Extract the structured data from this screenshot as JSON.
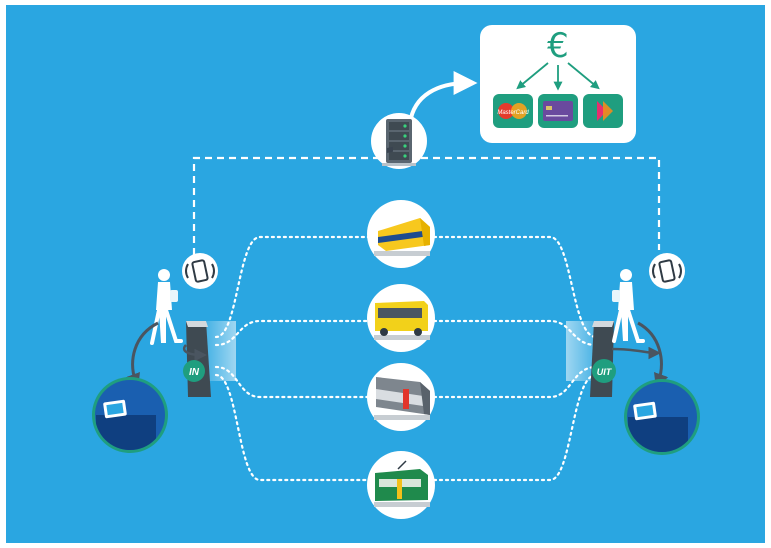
{
  "colors": {
    "background": "#2aa6e1",
    "accent_green": "#1f9e7f",
    "card_bg": "#ffffff",
    "dash_line": "#ffffff",
    "euro": "#1f9e7f"
  },
  "payment_box": {
    "currency_symbol": "€",
    "methods": [
      {
        "name": "mastercard-card",
        "label": "MasterCard"
      },
      {
        "name": "debit-card",
        "label": ""
      },
      {
        "name": "ideal-app",
        "label": ""
      }
    ]
  },
  "backend": {
    "icon": "server-rack-icon"
  },
  "gates": {
    "entry": {
      "label": "IN"
    },
    "exit": {
      "label": "UIT"
    }
  },
  "transport_modes": [
    {
      "name": "train",
      "icon": "train-icon"
    },
    {
      "name": "bus",
      "icon": "bus-icon"
    },
    {
      "name": "metro",
      "icon": "metro-icon"
    },
    {
      "name": "tram",
      "icon": "tram-icon"
    }
  ],
  "phone_signal_icon": "phone-nfc-signal-icon"
}
